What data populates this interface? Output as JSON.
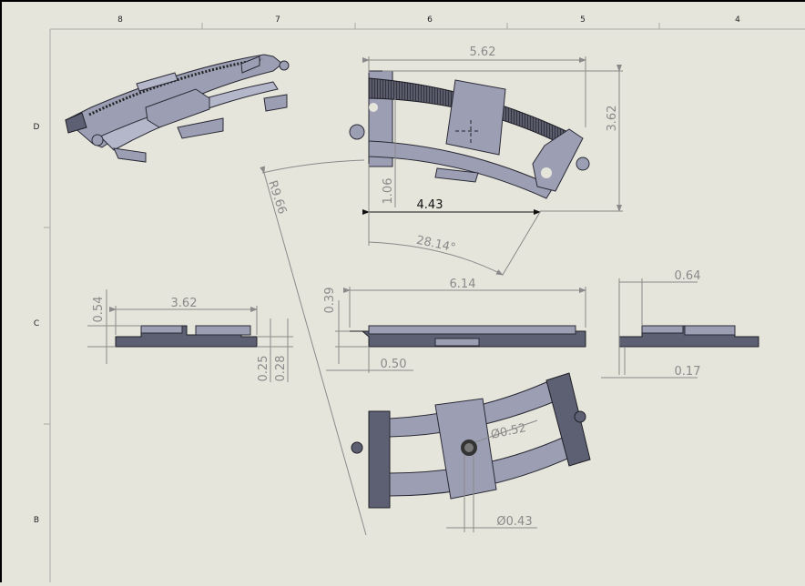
{
  "sheet": {
    "zone_columns": [
      "8",
      "7",
      "6",
      "5",
      "4"
    ],
    "zone_rows": [
      "D",
      "C",
      "B"
    ],
    "background_color": "#e6e5dc",
    "part_color": "#9c9fb4"
  },
  "views": {
    "isometric": {
      "name": "isometric-view"
    },
    "top": {
      "dims": {
        "width_overall": "5.62",
        "height_overall": "3.62",
        "chord": "4.43",
        "offset": "1.06",
        "angle": "28.14°",
        "radius": "R9.66"
      }
    },
    "side_left": {
      "dims": {
        "height": "0.54",
        "length": "3.62",
        "step_a": "0.25",
        "step_b": "0.28"
      }
    },
    "front": {
      "dims": {
        "length": "6.14",
        "height": "0.39",
        "lip": "0.50"
      }
    },
    "side_right": {
      "dims": {
        "top_offset": "0.64",
        "bottom_offset": "0.17"
      }
    },
    "bottom": {
      "dims": {
        "hole_outer": "Ø0.52",
        "hole_inner": "Ø0.43"
      }
    }
  }
}
